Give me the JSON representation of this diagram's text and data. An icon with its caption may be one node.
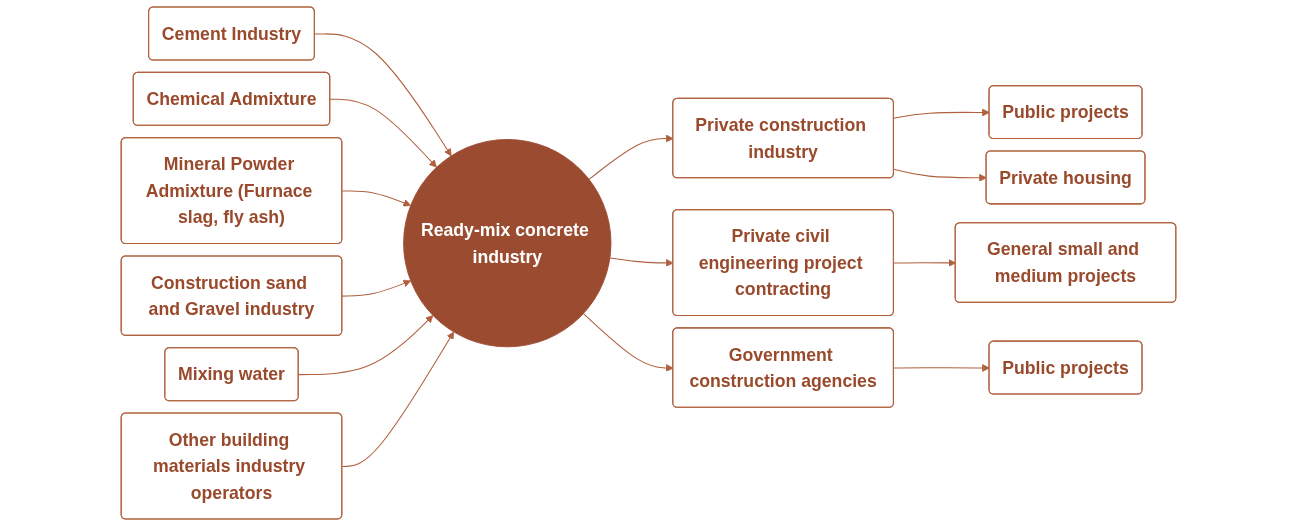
{
  "diagram": {
    "nodes": [
      {
        "text": [
          "Cement Industry"
        ]
      },
      {
        "text": [
          "Chemical Admixture"
        ]
      },
      {
        "text": [
          "Mineral Powder Admixture (Furnace slag, fly ash)"
        ]
      },
      {
        "text": [
          "Construction sand and Gravel industry"
        ]
      },
      {
        "text": [
          "Mixing water"
        ]
      },
      {
        "text": [
          "Other building materials industry operators"
        ]
      },
      {
        "text": [
          "Ready-mix concrete industry"
        ]
      },
      {
        "text": [
          "Private construction industry"
        ]
      },
      {
        "text": [
          "Private civil engineering project contracting"
        ]
      },
      {
        "text": [
          "Government construction agencies"
        ]
      },
      {
        "text": [
          "Public projects"
        ]
      },
      {
        "text": [
          "Private housing"
        ]
      },
      {
        "text": [
          "General small and medium projects"
        ]
      },
      {
        "text": [
          "Public projects"
        ]
      }
    ],
    "edges": [
      {
        "from": 0,
        "to": 6,
        "arrow": "to"
      },
      {
        "from": 1,
        "to": 6,
        "arrow": "to"
      },
      {
        "from": 2,
        "to": 6,
        "arrow": "to"
      },
      {
        "from": 3,
        "to": 6,
        "arrow": "to"
      },
      {
        "from": 4,
        "to": 6,
        "arrow": "to"
      },
      {
        "from": 5,
        "to": 6,
        "arrow": "to"
      },
      {
        "from": 6,
        "to": 7,
        "arrow": "to"
      },
      {
        "from": 6,
        "to": 8,
        "arrow": "to"
      },
      {
        "from": 6,
        "to": 9,
        "arrow": "to"
      },
      {
        "from": 7,
        "to": 10,
        "arrow": "to"
      },
      {
        "from": 7,
        "to": 11,
        "arrow": "to"
      },
      {
        "from": 8,
        "to": 12,
        "arrow": "to"
      },
      {
        "from": 9,
        "to": 13,
        "arrow": "to"
      }
    ]
  }
}
